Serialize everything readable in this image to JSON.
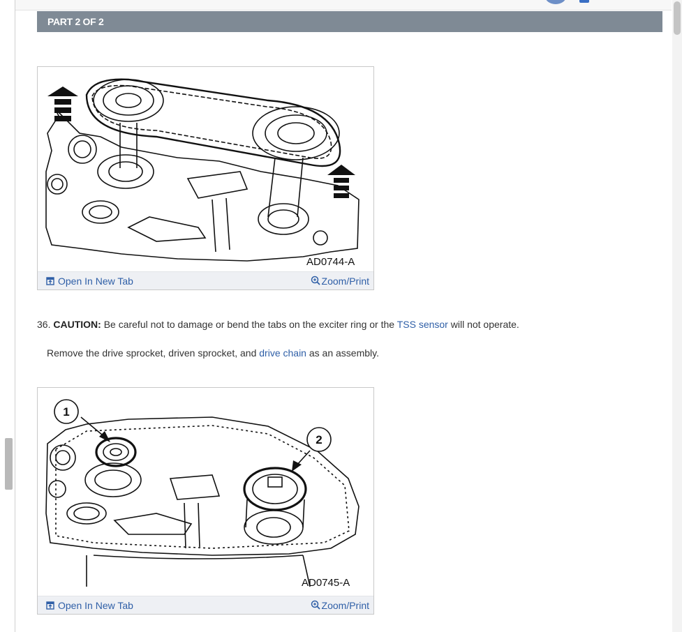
{
  "header": {
    "part_label": "PART 2 OF 2"
  },
  "figures": [
    {
      "code": "AD0744-A",
      "open_label": "Open In New Tab",
      "zoom_label": "Zoom/Print"
    },
    {
      "code": "AD0745-A",
      "open_label": "Open In New Tab",
      "zoom_label": "Zoom/Print",
      "callouts": [
        "1",
        "2"
      ]
    }
  ],
  "step": {
    "number": "36.",
    "caution_label": "CAUTION:",
    "caution_text_1": "Be careful not to damage or bend the tabs on the exciter ring or the",
    "caution_link": "TSS sensor",
    "caution_text_2": "will not operate.",
    "instruction_text_1": "Remove the drive sprocket, driven sprocket, and",
    "instruction_link": "drive chain",
    "instruction_text_2": "as an assembly."
  },
  "colors": {
    "accent_link": "#2f5fa7",
    "part_bar": "#7f8a95"
  },
  "icons": {
    "open_tab": "open-new-tab-icon",
    "zoom": "zoom-in-icon"
  }
}
